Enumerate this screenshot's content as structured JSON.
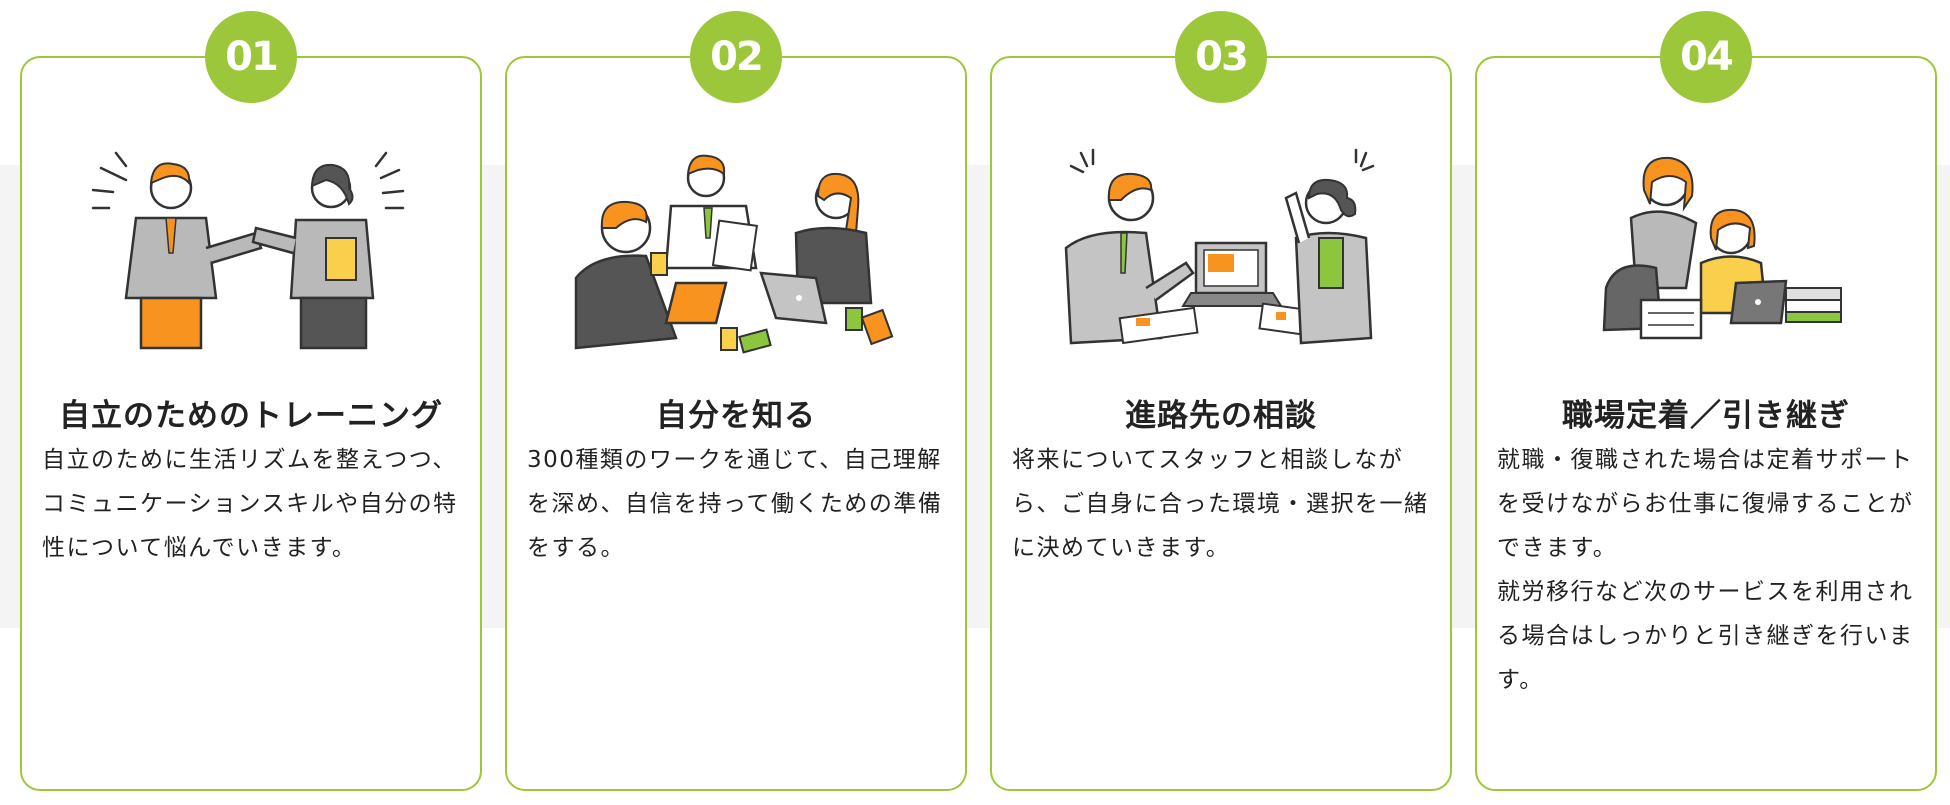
{
  "theme": {
    "accent": "#9dc73a",
    "orange": "#f7931e",
    "band": "#f4f4f4",
    "text": "#222222"
  },
  "cards": [
    {
      "number": "01",
      "illustration": "two-business-people-greeting",
      "title": "自立のためのトレーニング",
      "body": [
        "自立のために生活リズムを整えつつ、コミュニケーションスキルや自分の特性について悩んでいきます。"
      ]
    },
    {
      "number": "02",
      "illustration": "team-meeting-with-laptops",
      "title": "自分を知る",
      "body": [
        "300種類のワークを通じて、自己理解を深め、自信を持って働くための準備をする。"
      ]
    },
    {
      "number": "03",
      "illustration": "career-consultation",
      "title": "進路先の相談",
      "body": [
        "将来についてスタッフと相談しながら、ご自身に合った環境・選択を一緒に決めていきます。"
      ]
    },
    {
      "number": "04",
      "illustration": "workplace-support",
      "title": "職場定着／引き継ぎ",
      "body": [
        "就職・復職された場合は定着サポートを受けながらお仕事に復帰することができます。",
        "就労移行など次のサービスを利用される場合はしっかりと引き継ぎを行います。"
      ]
    }
  ]
}
